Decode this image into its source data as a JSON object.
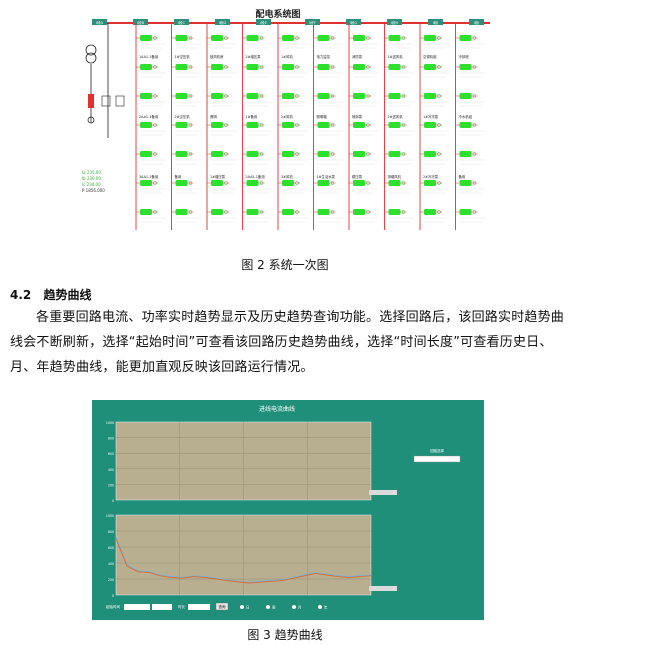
{
  "fig2": {
    "title": "配电系统图",
    "caption": "图 2 系统一次图",
    "bus_labels": [
      "I段A",
      "I段B",
      "I段C",
      "I段D",
      "I段E",
      "I段F",
      "I段G",
      "I段H",
      "I段I",
      "I段J"
    ],
    "feeders": [
      [
        "1AA1-1备用",
        "2AA1-1备用",
        "3AA1-1备用"
      ],
      [
        "1#空压机",
        "2#空压机",
        "备用"
      ],
      [
        "鼓风机房",
        "照明",
        "1#增压泵"
      ],
      [
        "2#增压泵",
        "1#备用",
        "2AA5-1备用"
      ],
      [
        "1#风机",
        "2#风机",
        "3#风机"
      ],
      [
        "电力监控",
        "照明箱",
        "1#生活水泵"
      ],
      [
        "消防泵",
        "喷淋泵",
        "稳压泵"
      ],
      [
        "1#送风机",
        "2#送风机",
        "排烟风机"
      ],
      [
        "空调机组",
        "1#冷冻泵",
        "2#冷冻泵"
      ],
      [
        "冷却塔",
        "冷水机组",
        "备用"
      ]
    ],
    "incoming": [
      "Ia 235.00",
      "Ib 236.00",
      "Ic 234.00",
      "P 1856.000"
    ]
  },
  "section": {
    "number": "4.2",
    "title": "趋势曲线"
  },
  "paragraph": "各重要回路电流、功率实时趋势显示及历史趋势查询功能。选择回路后，该回路实时趋势曲线会不断刷新，选择“起始时间”可查看该回路历史趋势曲线，选择“时间长度”可查看历史日、月、年趋势曲线，能更加直观反映该回路运行情况。",
  "fig3": {
    "title": "进线电流曲线",
    "caption": "图 3 趋势曲线",
    "select_label": "回路选择",
    "start_label": "起始时间",
    "length_label": "时长",
    "length_options": [
      "日",
      "周",
      "月",
      "年"
    ],
    "query_button": "查询",
    "upper_y": [
      "1000",
      "800",
      "600",
      "400",
      "200",
      "0"
    ],
    "lower_y": [
      "1000",
      "800",
      "600",
      "400",
      "200",
      "0"
    ]
  },
  "chart_data": {
    "type": "line",
    "series": [
      {
        "values": [
          720,
          380,
          300,
          290,
          250,
          230,
          220,
          240,
          230,
          210,
          190,
          170,
          160,
          170,
          180,
          190,
          220,
          250,
          280,
          260,
          240,
          230,
          240,
          250
        ]
      },
      {
        "values": [
          700,
          360,
          290,
          280,
          240,
          220,
          210,
          230,
          220,
          200,
          180,
          165,
          150,
          160,
          170,
          180,
          210,
          240,
          270,
          250,
          230,
          220,
          230,
          240
        ]
      }
    ],
    "ylim": [
      0,
      1000
    ],
    "colors": [
      "#6bb3e0",
      "#e06a2a"
    ]
  }
}
